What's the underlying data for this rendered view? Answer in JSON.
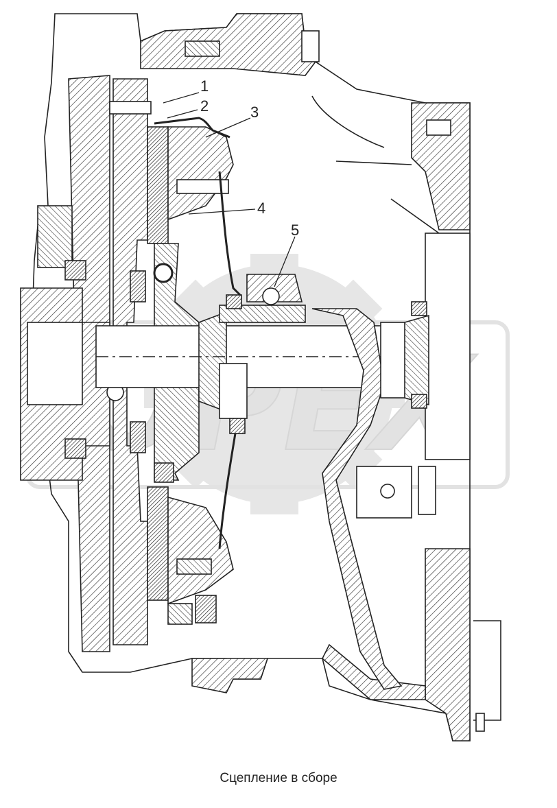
{
  "callouts": [
    "1",
    "2",
    "3",
    "4",
    "5"
  ],
  "watermark": "OPEX",
  "caption": "Сцепление в сборе"
}
